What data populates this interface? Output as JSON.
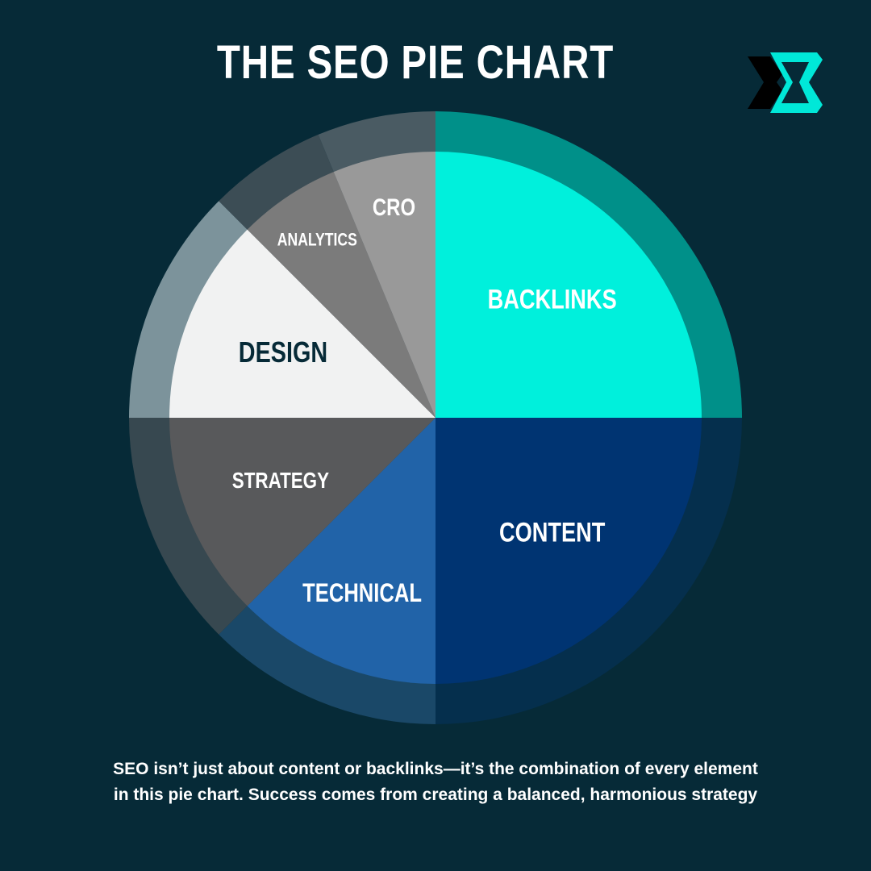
{
  "title": "THE SEO PIE CHART",
  "caption": "SEO isn’t just about content or backlinks—it’s the combination of every element in this pie chart. Success comes from creating a balanced, harmonious strategy",
  "colors": {
    "background": "#062a37",
    "logo_accent": "#00e8d8"
  },
  "chart_data": {
    "type": "pie",
    "title": "THE SEO PIE CHART",
    "start": "top",
    "direction": "clockwise",
    "slices": [
      {
        "label": "BACKLINKS",
        "value": 25,
        "color": "#00f0dc",
        "ring": "#009089",
        "text": "#ffffff"
      },
      {
        "label": "CONTENT",
        "value": 25,
        "color": "#003472",
        "ring": "#052f4d",
        "text": "#ffffff"
      },
      {
        "label": "TECHNICAL",
        "value": 12.5,
        "color": "#2163a8",
        "ring": "#1a4868",
        "text": "#ffffff"
      },
      {
        "label": "STRATEGY",
        "value": 12.5,
        "color": "#58595b",
        "ring": "#374850",
        "text": "#ffffff"
      },
      {
        "label": "DESIGN",
        "value": 12.5,
        "color": "#f1f2f2",
        "ring": "#7c939b",
        "text": "#062a37"
      },
      {
        "label": "ANALYTICS",
        "value": 6.25,
        "color": "#7b7b7b",
        "ring": "#3c4d55",
        "text": "#ffffff"
      },
      {
        "label": "CRO",
        "value": 6.25,
        "color": "#999999",
        "ring": "#4a5b63",
        "text": "#ffffff"
      }
    ]
  }
}
